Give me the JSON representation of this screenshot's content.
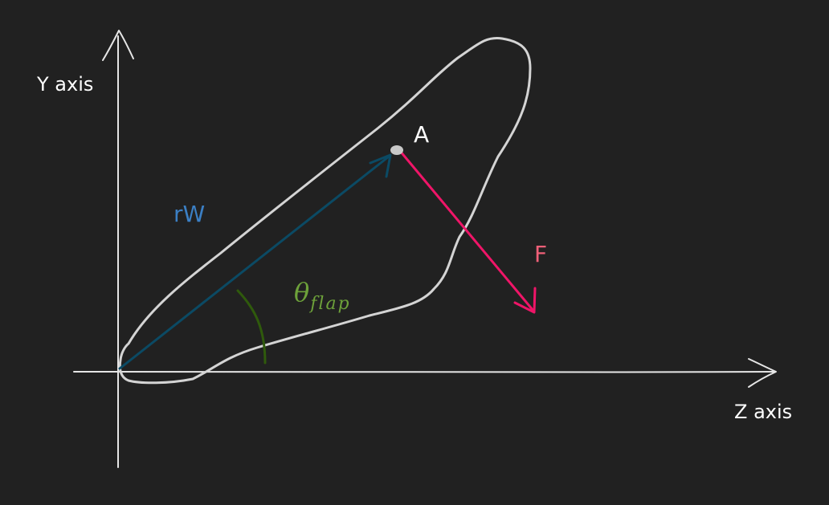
{
  "axes": {
    "y_label": "Y axis",
    "z_label": "Z axis"
  },
  "point": {
    "label": "A"
  },
  "vectors": {
    "position_label": "rW",
    "force_label": "F"
  },
  "angle": {
    "symbol": "θ",
    "subscript": "flap"
  },
  "colors": {
    "background": "#212121",
    "axes": "#e6e6e6",
    "outline": "#d4d4d4",
    "position_vector": "#0b4a64",
    "position_label": "#3b7fc4",
    "force_vector": "#ef1568",
    "force_label": "#f06078",
    "angle_arc": "#2f5a0c",
    "angle_label": "#6da13a",
    "point": "#c9c9c9"
  }
}
